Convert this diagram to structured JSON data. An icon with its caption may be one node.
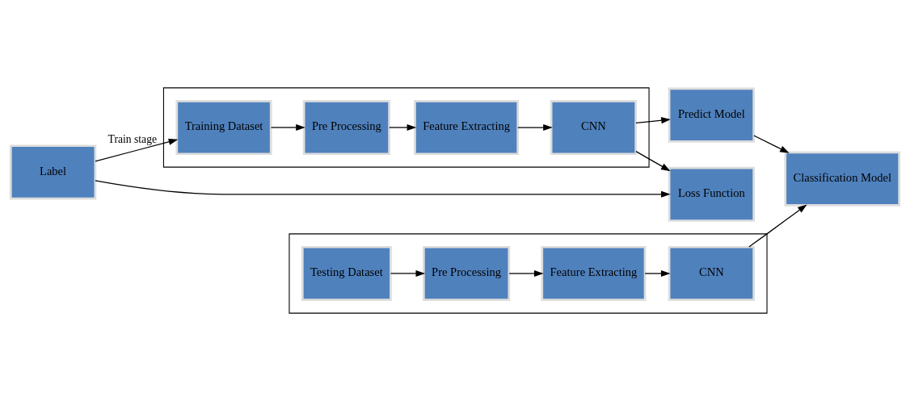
{
  "diagram": {
    "nodes": [
      {
        "text": [
          "Label"
        ]
      },
      {
        "text": [
          "Loss Function"
        ]
      },
      {
        "text": [],
        "shape": "box"
      },
      {
        "text": [
          "Training Dataset"
        ],
        "in": 2
      },
      {
        "text": [
          "Pre Processing"
        ],
        "in": 2
      },
      {
        "text": [
          "Feature Extracting"
        ],
        "in": 2
      },
      {
        "text": [
          "CNN"
        ],
        "in": 2
      },
      {
        "text": [
          "Predict Model"
        ]
      },
      {
        "text": [],
        "shape": "box"
      },
      {
        "text": [
          "Testing Dataset"
        ],
        "in": 8
      },
      {
        "text": [
          "Pre Processing"
        ],
        "in": 8
      },
      {
        "text": [
          "Feature Extracting"
        ],
        "in": 8
      },
      {
        "text": [
          "CNN"
        ],
        "in": 8
      },
      {
        "text": [
          "Classification Model"
        ]
      }
    ],
    "edges": [
      {
        "from": 0,
        "to": 1,
        "arrow": "to"
      },
      {
        "from": 0,
        "to": 3,
        "arrow": "to",
        "label": "Train stage"
      },
      {
        "from": 3,
        "to": 4,
        "arrow": "to"
      },
      {
        "from": 4,
        "to": 5,
        "arrow": "to"
      },
      {
        "from": 5,
        "to": 6,
        "arrow": "to"
      },
      {
        "from": 6,
        "to": 1,
        "arrow": "to"
      },
      {
        "from": 6,
        "to": 7,
        "arrow": "to"
      },
      {
        "from": 7,
        "to": 13,
        "arrow": "to"
      },
      {
        "from": 9,
        "to": 10,
        "arrow": "to"
      },
      {
        "from": 10,
        "to": 11,
        "arrow": "to"
      },
      {
        "from": 11,
        "to": 12,
        "arrow": "to"
      },
      {
        "from": 12,
        "to": 13,
        "arrow": "to"
      }
    ]
  }
}
